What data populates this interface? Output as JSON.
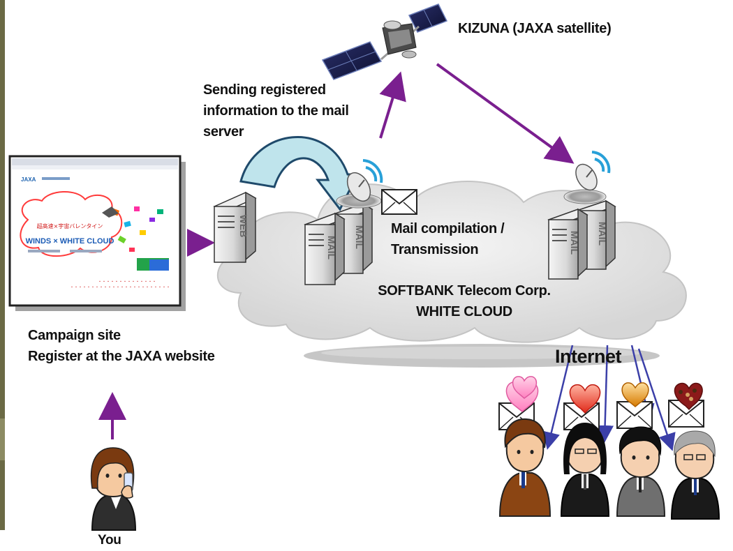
{
  "labels": {
    "satellite": "KIZUNA (JAXA satellite)",
    "sending": [
      "Sending registered",
      "information to the mail",
      "server"
    ],
    "mail_compilation": [
      "Mail compilation /",
      "Transmission"
    ],
    "softbank": [
      "SOFTBANK Telecom Corp.",
      "WHITE CLOUD"
    ],
    "campaign": [
      "Campaign site",
      "Register at the JAXA website"
    ],
    "internet": "Internet",
    "you": "You"
  },
  "server_letters": {
    "web": "WEB",
    "mail": "MAIL"
  },
  "screenshot": {
    "title": "WINDS × WHITE CLOUD",
    "jp_title": "超高速×宇宙バレンタイン"
  },
  "colors": {
    "arrow_purple": "#7a1f8f",
    "arrow_blue": "#3b3fa8",
    "curved_arrow_fill": "#bfe4ec",
    "curved_arrow_stroke": "#1f4a6b",
    "cloud_gray": "#e4e4e4",
    "side_strip": "#6b6a45"
  },
  "icons": [
    "satellite-icon",
    "web-server-icon",
    "mail-server-icon",
    "antenna-icon",
    "envelope-icon",
    "heart-icon",
    "gift-box-icon",
    "person-icon"
  ]
}
